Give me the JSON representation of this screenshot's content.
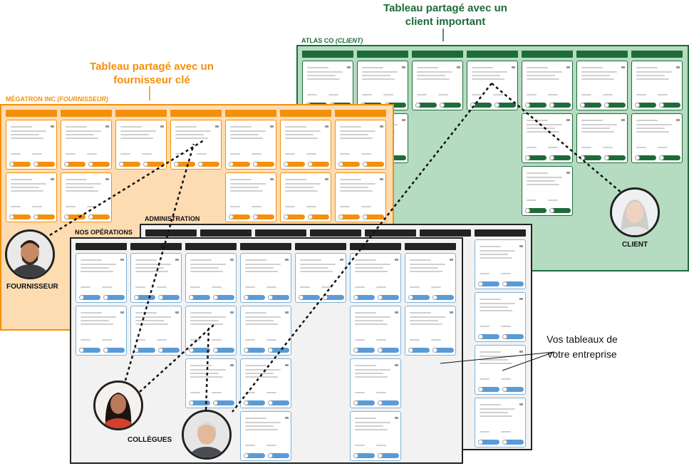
{
  "callouts": {
    "client": "Tableau partagé avec un client important",
    "supplier": "Tableau partagé avec un fournisseur clé",
    "company": "Vos tableaux de votre entreprise"
  },
  "boards": {
    "client": {
      "name": "ATLAS CO",
      "tag": "(CLIENT)"
    },
    "supplier": {
      "name": "MÉGATRON INC",
      "tag": "(FOURNISSEUR)"
    },
    "admin": {
      "name": "ADMINISTRATION"
    },
    "ops": {
      "name": "NOS OPÉRATIONS"
    }
  },
  "people": {
    "supplier": "FOURNISSEUR",
    "client": "CLIENT",
    "colleagues": "COLLÈGUES"
  },
  "colors": {
    "client_green": "#1e6b3a",
    "client_bg": "#b5dcc0",
    "client_pill": "#1e6b3a",
    "supplier_orange": "#f4900c",
    "supplier_bg": "#fddcb2",
    "internal_dark": "#222222",
    "internal_bg": "#f2f2f2",
    "internal_pill": "#5b9bd5",
    "internal_card_border": "#7fb2d8"
  },
  "icons": [
    "person-avatar-icon",
    "toggle-pill-icon"
  ]
}
